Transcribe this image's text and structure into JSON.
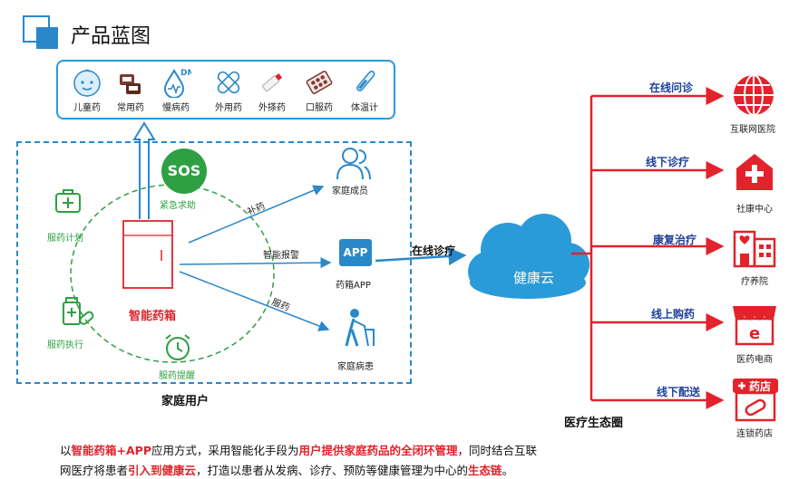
{
  "header": {
    "title": "产品蓝图"
  },
  "categories": [
    {
      "label": "儿童药",
      "icon": "baby-face-icon"
    },
    {
      "label": "常用药",
      "icon": "pill-box-icon"
    },
    {
      "label": "慢病药",
      "icon": "chronic-drop-icon"
    },
    {
      "label": "外用药",
      "icon": "bandage-icon"
    },
    {
      "label": "外搽药",
      "icon": "ointment-tube-icon"
    },
    {
      "label": "口服药",
      "icon": "blister-pack-icon"
    },
    {
      "label": "体温计",
      "icon": "thermometer-icon"
    }
  ],
  "category_badge": "DM",
  "family": {
    "sos_text": "SOS",
    "sos_label": "紧急求助",
    "plan_label": "服药计划",
    "execute_label": "服药执行",
    "remind_label": "服药提醒",
    "box_label": "智能药箱",
    "area_label": "家庭用户",
    "edges": {
      "top": "补药",
      "mid": "智能报警",
      "bottom": "服药"
    },
    "targets": {
      "member": "家庭成员",
      "app_badge": "APP",
      "app": "药箱APP",
      "patient": "家庭病患"
    }
  },
  "cloud": {
    "link_label": "在线诊疗",
    "name": "健康云"
  },
  "ecosystem": {
    "title": "医疗生态圈",
    "branches": [
      {
        "route": "在线问诊",
        "label": "互联网医院",
        "icon": "globe-icon"
      },
      {
        "route": "线下诊疗",
        "label": "社康中心",
        "icon": "clinic-cross-icon"
      },
      {
        "route": "康复治疗",
        "label": "疗养院",
        "icon": "sanatorium-icon"
      },
      {
        "route": "线上购药",
        "label": "医药电商",
        "icon": "eshop-icon"
      },
      {
        "route": "线下配送",
        "label": "连锁药店",
        "icon": "pharmacy-icon"
      }
    ],
    "pharmacy_sign": "药店",
    "eshop_letter": "e"
  },
  "caption": {
    "l1_a": "以",
    "l1_b": "智能药箱+APP",
    "l1_c": "应用方式，采用智能化手段为",
    "l1_d": "用户提供家庭药品的全闭环管理",
    "l1_e": "，同时结合互联",
    "l2_a": "网医疗将患者",
    "l2_b": "引入到健康云",
    "l2_c": "，打造以患者从发病、诊疗、预防等健康管理为中心的",
    "l2_d": "生态链",
    "l2_e": "。"
  },
  "colors": {
    "blue": "#2a88c9",
    "red": "#e3222b",
    "green": "#2ea043",
    "cloud": "#2a9bd9"
  }
}
